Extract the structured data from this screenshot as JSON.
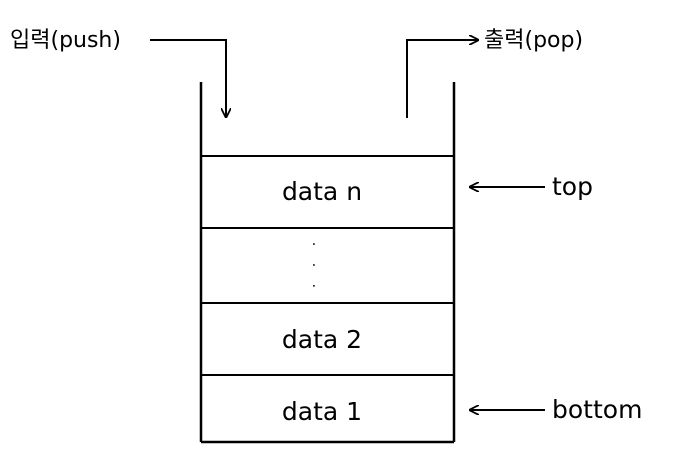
{
  "diagram": {
    "push_label": "입력(push)",
    "pop_label": "출력(pop)",
    "cells": [
      {
        "label": "data n"
      },
      {
        "label": "· · ·"
      },
      {
        "label": "data 2"
      },
      {
        "label": "data 1"
      }
    ],
    "top_pointer_label": "top",
    "bottom_pointer_label": "bottom"
  }
}
